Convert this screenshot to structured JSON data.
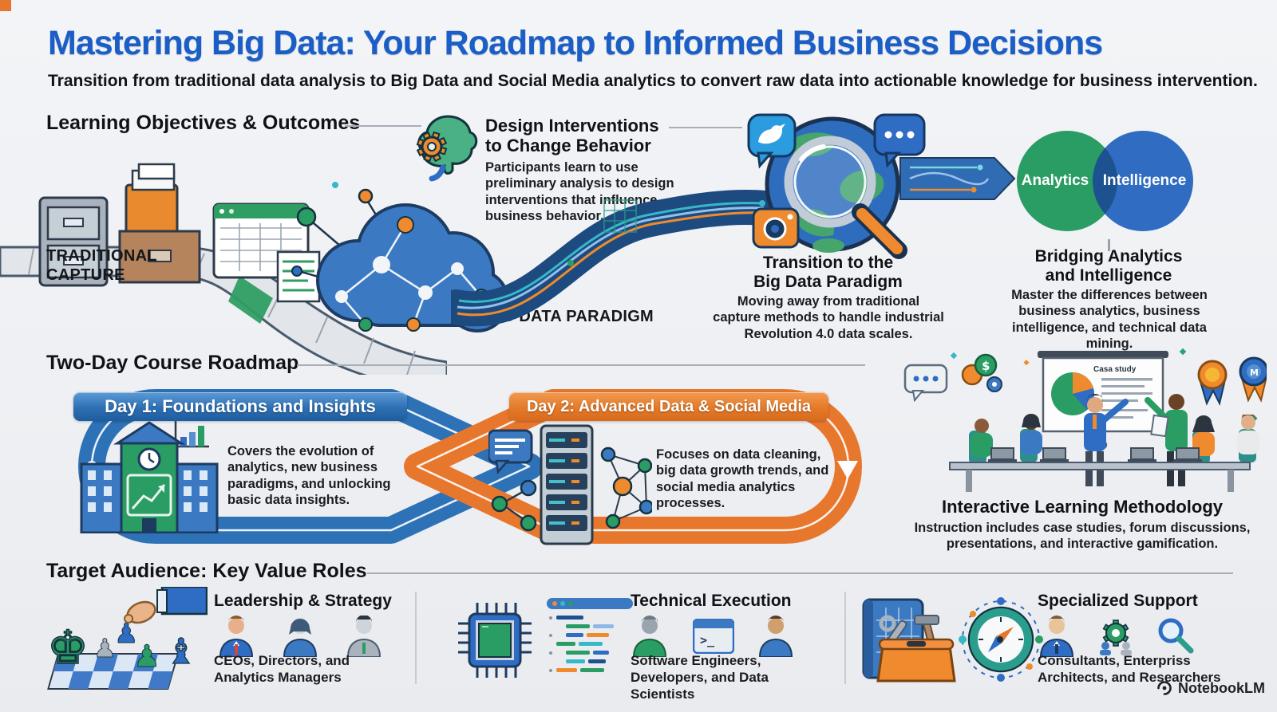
{
  "header": {
    "title": "Mastering Big Data: Your Roadmap to Informed Business Decisions",
    "subtitle": "Transition from traditional data analysis to Big Data and Social Media analytics to convert raw data into actionable knowledge for business intervention."
  },
  "colors": {
    "title_blue": "#1b5ec6",
    "green": "#2a9d64",
    "orange": "#e8772e",
    "track_blue": "#2d72b6",
    "venn_green": "#2a9d64",
    "venn_blue": "#2f6cc2"
  },
  "learning": {
    "heading": "Learning Objectives & Outcomes",
    "traditional_line1": "TRADITIONAL",
    "traditional_line2": "CAPTURE",
    "design_title_line1": "Design Interventions",
    "design_title_line2": "to Change Behavior",
    "design_body": "Participants learn to use preliminary analysis to design interventions that influence business behavior.",
    "big_data_label": "BIG DATA PARADIGM",
    "transition_title_line1": "Transition to the",
    "transition_title_line2": "Big Data Paradigm",
    "transition_body": "Moving away from traditional capture methods to handle industrial Revolution 4.0 data scales.",
    "venn_left": "Analytics",
    "venn_right": "Intelligence",
    "venn_title_line1": "Bridging Analytics",
    "venn_title_line2": "and Intelligence",
    "venn_body": "Master the differences between business analytics, business intelligence, and technical data mining."
  },
  "roadmap": {
    "heading": "Two-Day Course Roadmap",
    "day1_banner": "Day 1: Foundations and Insights",
    "day1_body": "Covers the evolution of analytics, new business paradigms, and unlocking basic data insights.",
    "day2_banner": "Day 2: Advanced Data & Social Media",
    "day2_body": "Focuses on data cleaning, big data growth trends, and social media analytics processes.",
    "whiteboard_label": "Casa study",
    "interactive_title": "Interactive Learning Methodology",
    "interactive_body": "Instruction includes case studies, forum discussions, presentations, and interactive gamification."
  },
  "audience": {
    "heading": "Target Audience: Key Value Roles",
    "columns": [
      {
        "title": "Leadership & Strategy",
        "body": "CEOs, Directors, and Analytics Managers"
      },
      {
        "title": "Technical Execution",
        "body": "Software Engineers, Developers, and Data Scientists"
      },
      {
        "title": "Specialized Support",
        "body": "Consultants, Enterpriss Architects, and Researchers"
      }
    ]
  },
  "watermark": "NotebookLM",
  "icons": {
    "twitter": "twitter-bird-icon",
    "chat": "chat-bubble-icon",
    "camera": "camera-icon",
    "brain_gear": "brain-gear-icon",
    "globe_magnifier": "globe-magnifier-icon",
    "cloud_network": "cloud-network-icon",
    "chess": "chess-strategy-icon",
    "chip": "processor-chip-icon",
    "compass": "compass-icon",
    "toolbox": "toolbox-blueprint-icon"
  }
}
